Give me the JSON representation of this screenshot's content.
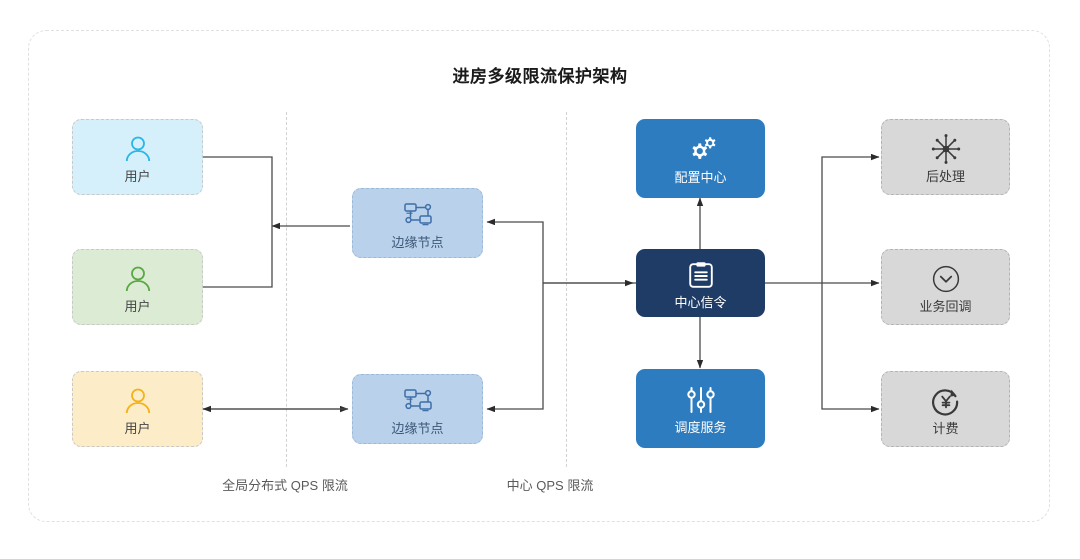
{
  "diagram": {
    "title": "进房多级限流保护架构",
    "users": [
      {
        "label": "用户",
        "icon": "user-icon",
        "fill": "#d6f0fb",
        "accent": "#29b6e8"
      },
      {
        "label": "用户",
        "icon": "user-icon",
        "fill": "#dcecd4",
        "accent": "#5aa845"
      },
      {
        "label": "用户",
        "icon": "user-icon",
        "fill": "#fcedc8",
        "accent": "#f4b21a"
      }
    ],
    "edge_nodes": [
      {
        "label": "边缘节点",
        "icon": "network-topology-icon"
      },
      {
        "label": "边缘节点",
        "icon": "network-topology-icon"
      }
    ],
    "center_nodes": [
      {
        "label": "配置中心",
        "icon": "gears-icon",
        "style": "blue"
      },
      {
        "label": "中心信令",
        "icon": "clipboard-icon",
        "style": "navy"
      },
      {
        "label": "调度服务",
        "icon": "sliders-icon",
        "style": "blue"
      }
    ],
    "downstream_nodes": [
      {
        "label": "后处理",
        "icon": "starburst-icon"
      },
      {
        "label": "业务回调",
        "icon": "circle-chevron-down-icon"
      },
      {
        "label": "计费",
        "icon": "yen-refresh-icon"
      }
    ],
    "zone_captions": [
      {
        "text": "全局分布式 QPS 限流"
      },
      {
        "text": "中心 QPS 限流"
      }
    ],
    "colors": {
      "frame_border": "#e0e0e0",
      "divider": "#d2d2d2",
      "wire": "#3a3a3a",
      "blue": "#2e7cc0",
      "navy": "#1f3c66",
      "gray": "#d8d8d8",
      "edge": "#b9d1ea"
    }
  }
}
